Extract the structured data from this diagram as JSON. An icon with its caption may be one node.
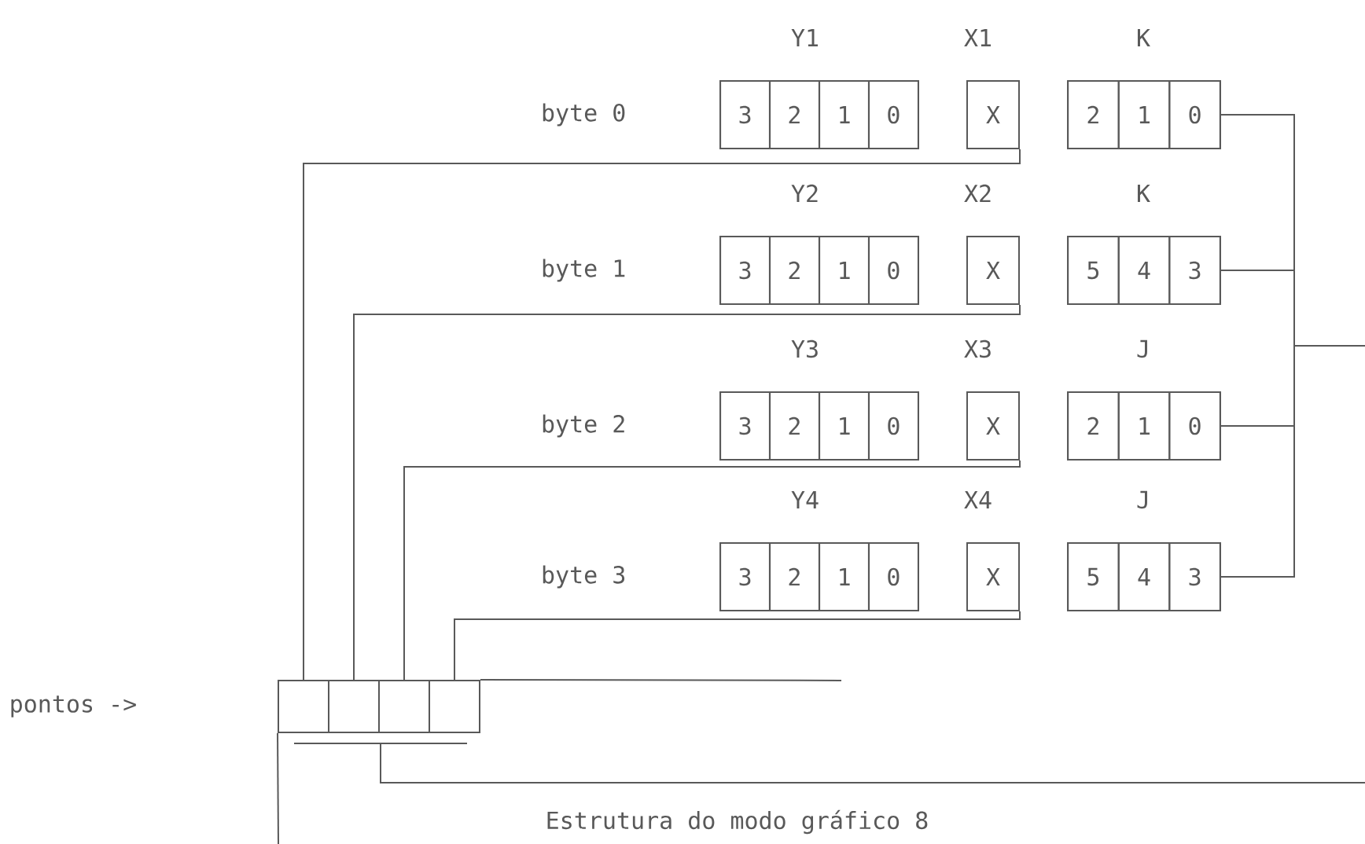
{
  "diagram": {
    "caption": "Estrutura do modo gráfico 8",
    "nodes": [
      {
        "text": [
          "Y1"
        ]
      },
      {
        "text": [
          "3"
        ],
        "in": 0
      },
      {
        "text": [
          "2"
        ],
        "in": 0
      },
      {
        "text": [
          "1"
        ],
        "in": 0
      },
      {
        "text": [
          "0"
        ],
        "in": 0
      },
      {
        "text": [
          "X1",
          "X"
        ]
      },
      {
        "text": [
          "K"
        ]
      },
      {
        "text": [
          "2"
        ],
        "in": 6
      },
      {
        "text": [
          "1"
        ],
        "in": 6
      },
      {
        "text": [
          "0"
        ],
        "in": 6
      },
      {
        "text": [
          "Y2"
        ]
      },
      {
        "text": [
          "3"
        ],
        "in": 10
      },
      {
        "text": [
          "2"
        ],
        "in": 10
      },
      {
        "text": [
          "1"
        ],
        "in": 10
      },
      {
        "text": [
          "0"
        ],
        "in": 10
      },
      {
        "text": [
          "X2",
          "X"
        ]
      },
      {
        "text": [
          "K"
        ]
      },
      {
        "text": [
          "5"
        ],
        "in": 16
      },
      {
        "text": [
          "4"
        ],
        "in": 16
      },
      {
        "text": [
          "3"
        ],
        "in": 16
      },
      {
        "text": [
          "Y3"
        ]
      },
      {
        "text": [
          "3"
        ],
        "in": 20
      },
      {
        "text": [
          "2"
        ],
        "in": 20
      },
      {
        "text": [
          "1"
        ],
        "in": 20
      },
      {
        "text": [
          "0"
        ],
        "in": 20
      },
      {
        "text": [
          "X3",
          "X"
        ]
      },
      {
        "text": [
          "J"
        ]
      },
      {
        "text": [
          "2"
        ],
        "in": 26
      },
      {
        "text": [
          "1"
        ],
        "in": 26
      },
      {
        "text": [
          "0"
        ],
        "in": 26
      },
      {
        "text": [
          "Y4"
        ]
      },
      {
        "text": [
          "3"
        ],
        "in": 30
      },
      {
        "text": [
          "2"
        ],
        "in": 30
      },
      {
        "text": [
          "1"
        ],
        "in": 30
      },
      {
        "text": [
          "0"
        ],
        "in": 30
      },
      {
        "text": [
          "X4",
          "X"
        ]
      },
      {
        "text": [
          "J"
        ]
      },
      {
        "text": [
          "5"
        ],
        "in": 36
      },
      {
        "text": [
          "4"
        ],
        "in": 36
      },
      {
        "text": [
          "3"
        ],
        "in": 36
      },
      {
        "text": [],
        "shape": "box"
      },
      {
        "text": [],
        "shape": "box",
        "in": 40
      },
      {
        "text": [],
        "shape": "box",
        "in": 40
      },
      {
        "text": [],
        "shape": "box",
        "in": 40
      },
      {
        "text": [],
        "shape": "box",
        "in": 40
      }
    ],
    "edges": [
      {
        "from": 5,
        "to": 41,
        "arrow": "none"
      },
      {
        "from": 15,
        "to": 42,
        "arrow": "none"
      },
      {
        "from": 25,
        "to": 43,
        "arrow": "none"
      },
      {
        "from": 35,
        "to": 44,
        "arrow": "none"
      },
      {
        "from": 6,
        "to": null,
        "arrow": "none"
      },
      {
        "from": 16,
        "to": null,
        "arrow": "none"
      },
      {
        "from": 26,
        "to": null,
        "arrow": "none"
      },
      {
        "from": 36,
        "to": null,
        "arrow": "none"
      },
      {
        "from": 40,
        "to": null,
        "arrow": "none"
      },
      {
        "from": 40,
        "to": null,
        "arrow": "none"
      }
    ],
    "labels": [
      "byte 0",
      "byte 1",
      "byte 2",
      "byte 3",
      "pontos ->"
    ]
  }
}
